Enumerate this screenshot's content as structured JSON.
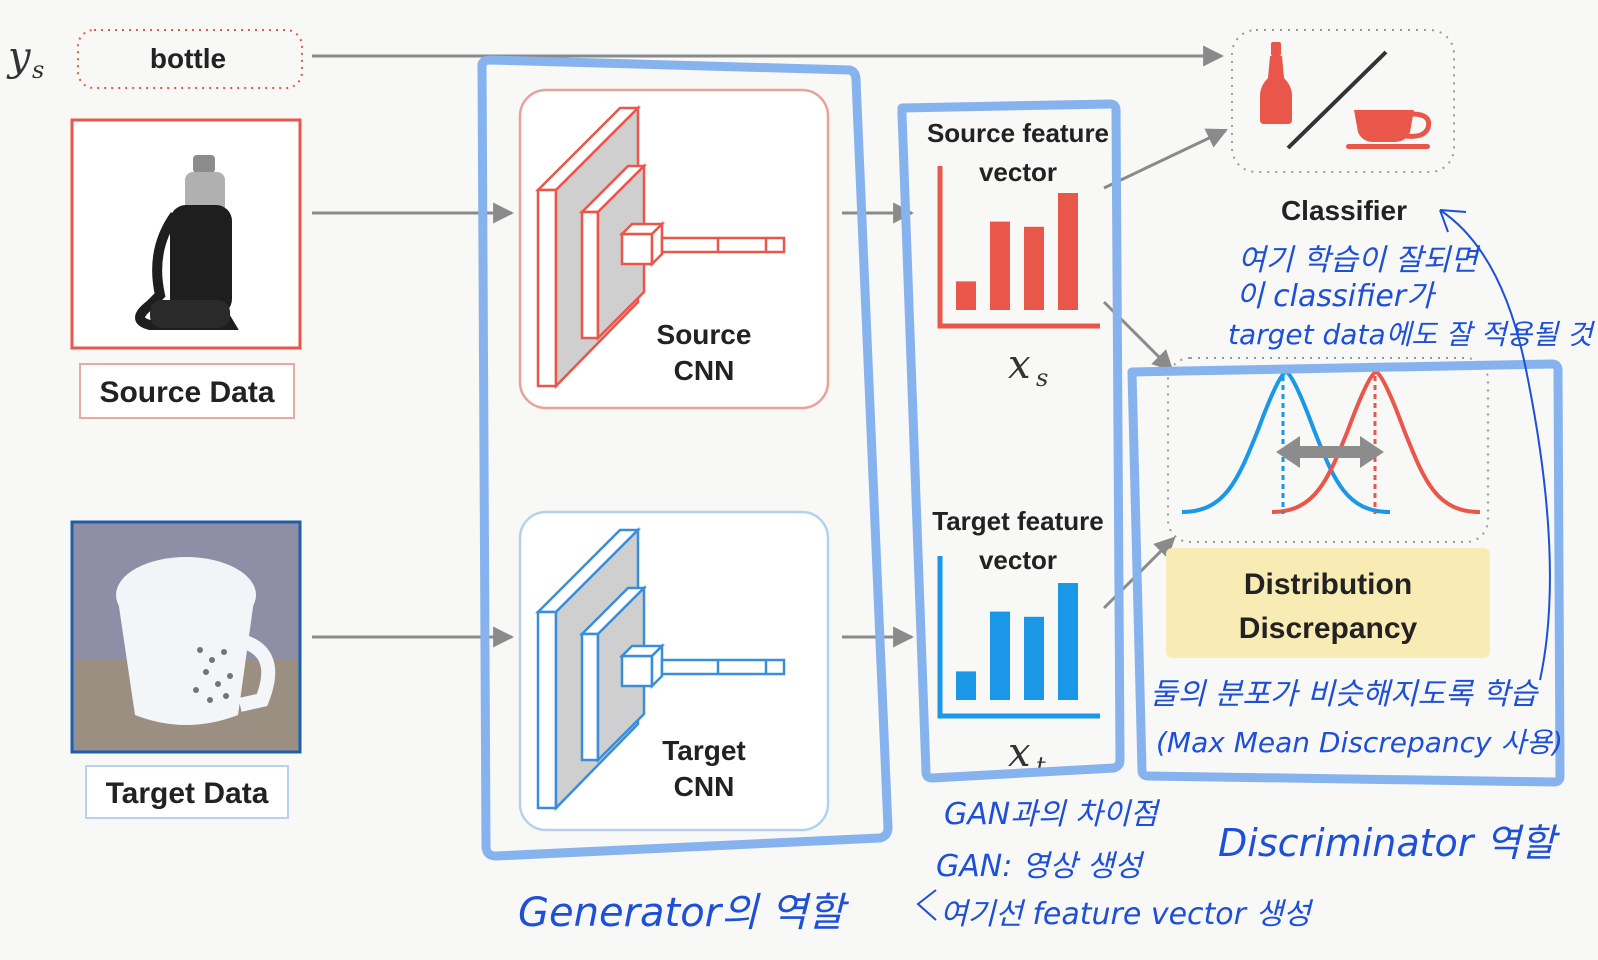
{
  "labels": {
    "ys": "y",
    "ys_sub": "s",
    "bottle": "bottle",
    "source_data": "Source Data",
    "target_data": "Target Data",
    "source_cnn_line1": "Source",
    "source_cnn_line2": "CNN",
    "target_cnn_line1": "Target",
    "target_cnn_line2": "CNN",
    "source_feature_line1": "Source feature",
    "source_feature_line2": "vector",
    "target_feature_line1": "Target feature",
    "target_feature_line2": "vector",
    "xs": "x",
    "xs_sub": "s",
    "xt": "x",
    "xt_sub": "t",
    "classifier": "Classifier",
    "discrepancy_line1": "Distribution",
    "discrepancy_line2": "Discrepancy"
  },
  "annotations": {
    "classifier_note_1": "여기 학습이 잘되면",
    "classifier_note_2": "이 classifier가",
    "classifier_note_3": "target data에도 잘 적용될 것",
    "discrepancy_note_1": "둘의 분포가 비슷해지도록 학습",
    "discrepancy_note_2": "(Max Mean Discrepancy 사용)",
    "discriminator_role": "Discriminator 역할",
    "generator_role": "Generator의 역할",
    "gan_diff_1": "GAN과의 차이점",
    "gan_diff_2": "GAN: 영상 생성",
    "gan_diff_3": "여기선 feature vector 생성"
  },
  "colors": {
    "source": "#e8574a",
    "target": "#1a97e6",
    "annotation_box": "#86b2ee",
    "handwriting": "#1d4fd8",
    "arrow": "#8a8a8a",
    "discrepancy_fill": "#f8ecb4"
  },
  "icons": {
    "bottle": "bottle-icon",
    "cup": "cup-icon",
    "double_arrow": "double-arrow-icon"
  },
  "feature_bars": {
    "source": [
      0.22,
      0.68,
      0.64,
      0.9
    ],
    "target": [
      0.22,
      0.68,
      0.64,
      0.9
    ]
  }
}
